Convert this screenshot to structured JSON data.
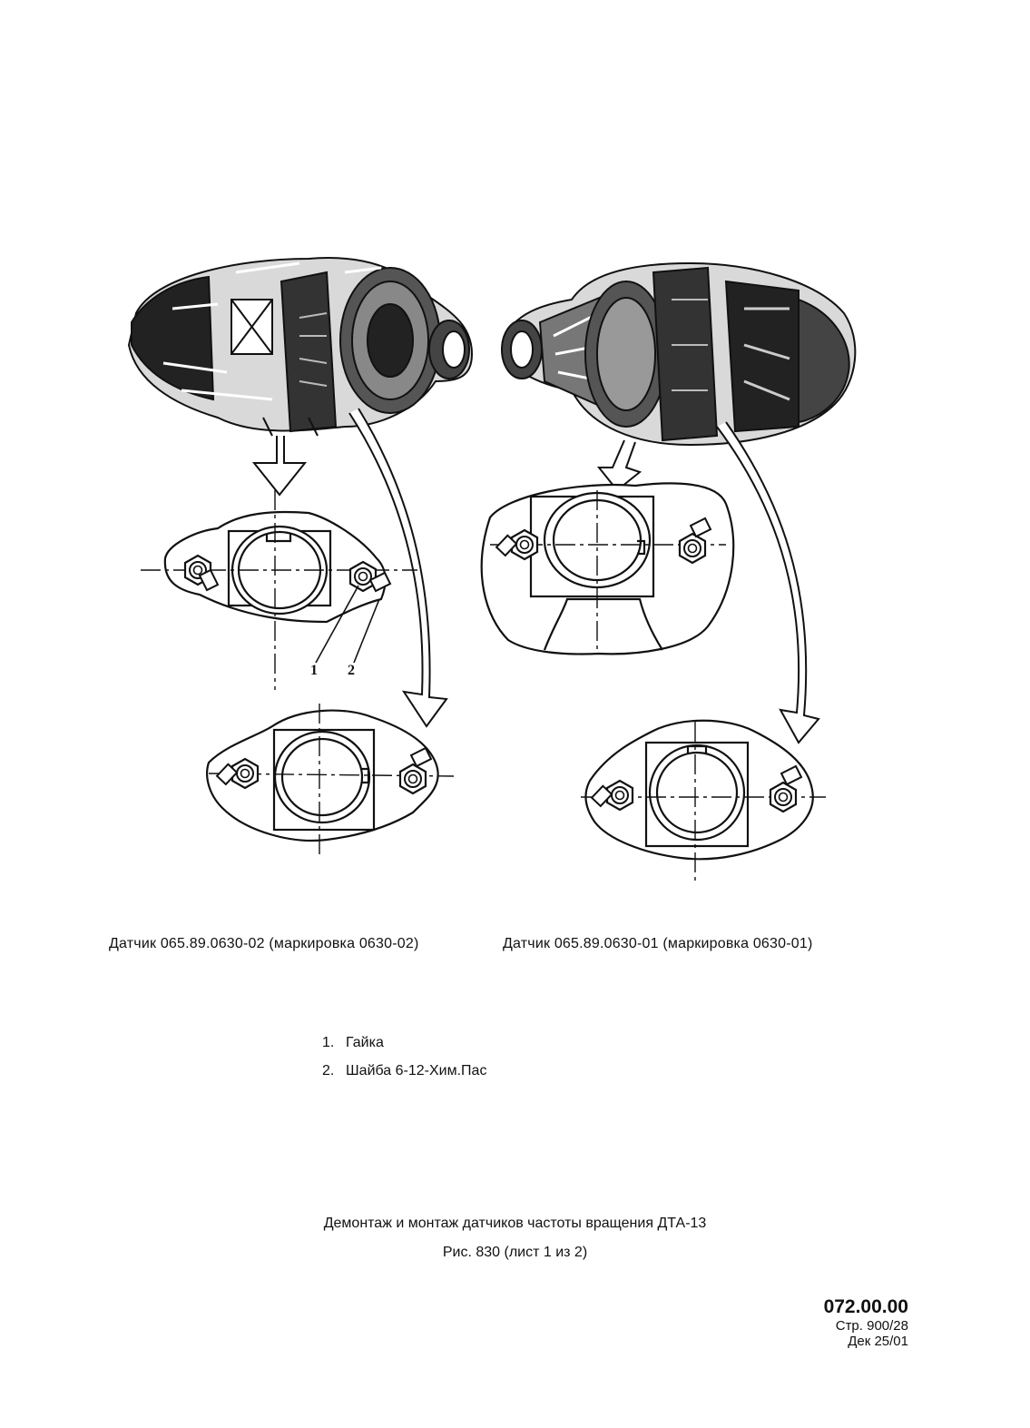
{
  "figure": {
    "callout_1": "1",
    "callout_2": "2",
    "left_caption": "Датчик 065.89.0630-02 (маркировка 0630-02)",
    "right_caption": "Датчик 065.89.0630-01 (маркировка 0630-01)"
  },
  "legend": {
    "items": [
      {
        "num": "1.",
        "text": "Гайка"
      },
      {
        "num": "2.",
        "text": "Шайба 6-12-Хим.Пас"
      }
    ]
  },
  "title": {
    "line1": "Демонтаж и монтаж датчиков частоты вращения ДТА-13",
    "line2": "Рис. 830 (лист 1 из 2)"
  },
  "page_ref": {
    "code": "072.00.00",
    "page": "Стр. 900/28",
    "date": "Дек 25/01"
  }
}
